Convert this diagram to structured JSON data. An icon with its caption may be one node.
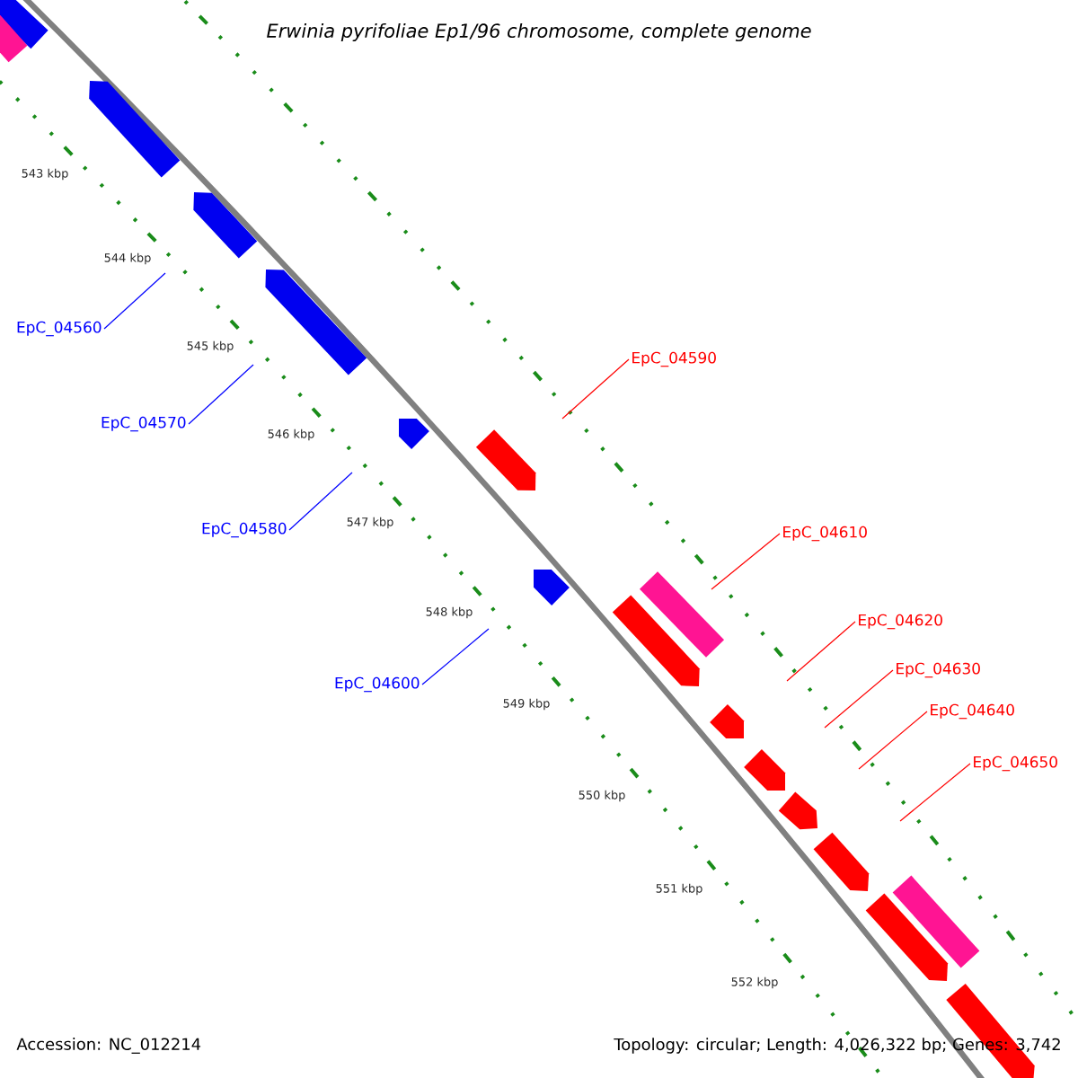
{
  "diagram": {
    "title": "Erwinia pyrifoliae Ep1/96 chromosome, complete genome",
    "nodes": [
      {
        "text": [
          "EpC_04560"
        ]
      },
      {
        "text": [
          "EpC_04590"
        ]
      },
      {
        "text": [
          "EpC_04570"
        ]
      },
      {
        "text": [
          "EpC_04610"
        ]
      },
      {
        "text": [
          "EpC_04580"
        ]
      },
      {
        "text": [
          "EpC_04620"
        ]
      },
      {
        "text": [
          "EpC_04630"
        ]
      },
      {
        "text": [
          "EpC_04600"
        ]
      },
      {
        "text": [
          "EpC_04640"
        ]
      },
      {
        "text": [
          "EpC_04650"
        ]
      }
    ],
    "edges": [
      {
        "from": 0,
        "to": null,
        "arrow": "none",
        "color": "#0000ff"
      },
      {
        "from": 1,
        "to": null,
        "arrow": "none",
        "color": "#ff0000"
      },
      {
        "from": 2,
        "to": null,
        "arrow": "none",
        "color": "#0000ff"
      },
      {
        "from": 3,
        "to": null,
        "arrow": "none",
        "color": "#ff0000"
      },
      {
        "from": 4,
        "to": null,
        "arrow": "none",
        "color": "#0000ff"
      },
      {
        "from": 5,
        "to": null,
        "arrow": "none",
        "color": "#ff0000"
      },
      {
        "from": 6,
        "to": null,
        "arrow": "none",
        "color": "#ff0000"
      },
      {
        "from": 7,
        "to": null,
        "arrow": "none",
        "color": "#0000ff"
      },
      {
        "from": 8,
        "to": null,
        "arrow": "none",
        "color": "#ff0000"
      },
      {
        "from": 9,
        "to": null,
        "arrow": "none",
        "color": "#ff0000"
      }
    ],
    "labels": [
      "543 kbp",
      "544 kbp",
      "545 kbp",
      "546 kbp",
      "547 kbp",
      "548 kbp",
      "549 kbp",
      "550 kbp",
      "551 kbp",
      "552 kbp",
      "Accession: NC_012214",
      "Topology: circular; Length: 4,026,322 bp; Genes: 3,742"
    ]
  }
}
